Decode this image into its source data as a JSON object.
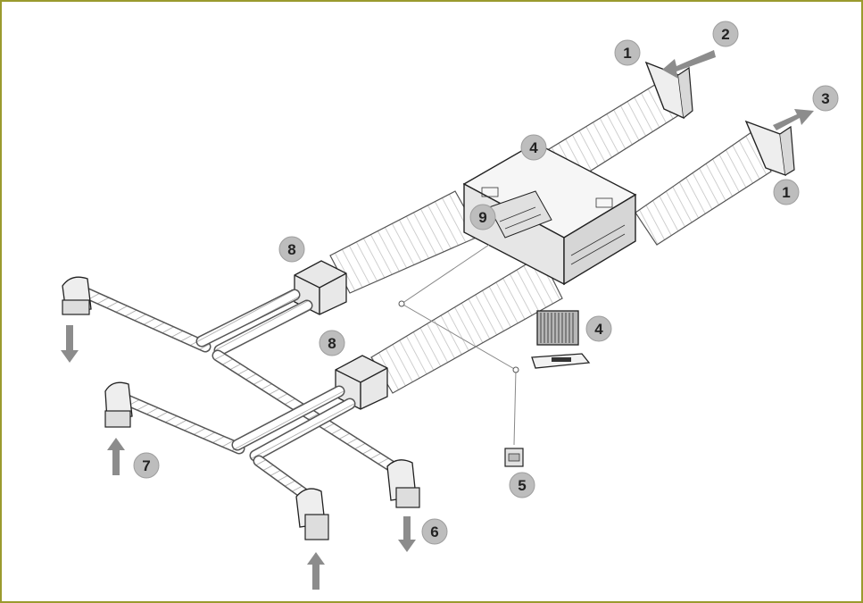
{
  "diagram": {
    "frame_color": "#9a9a2e",
    "badge_color": "#bdbdbd",
    "arrow_color": "#8c8c8c",
    "labels": [
      "1",
      "2",
      "3",
      "4",
      "1",
      "8",
      "9",
      "8",
      "4",
      "7",
      "5",
      "6"
    ]
  }
}
